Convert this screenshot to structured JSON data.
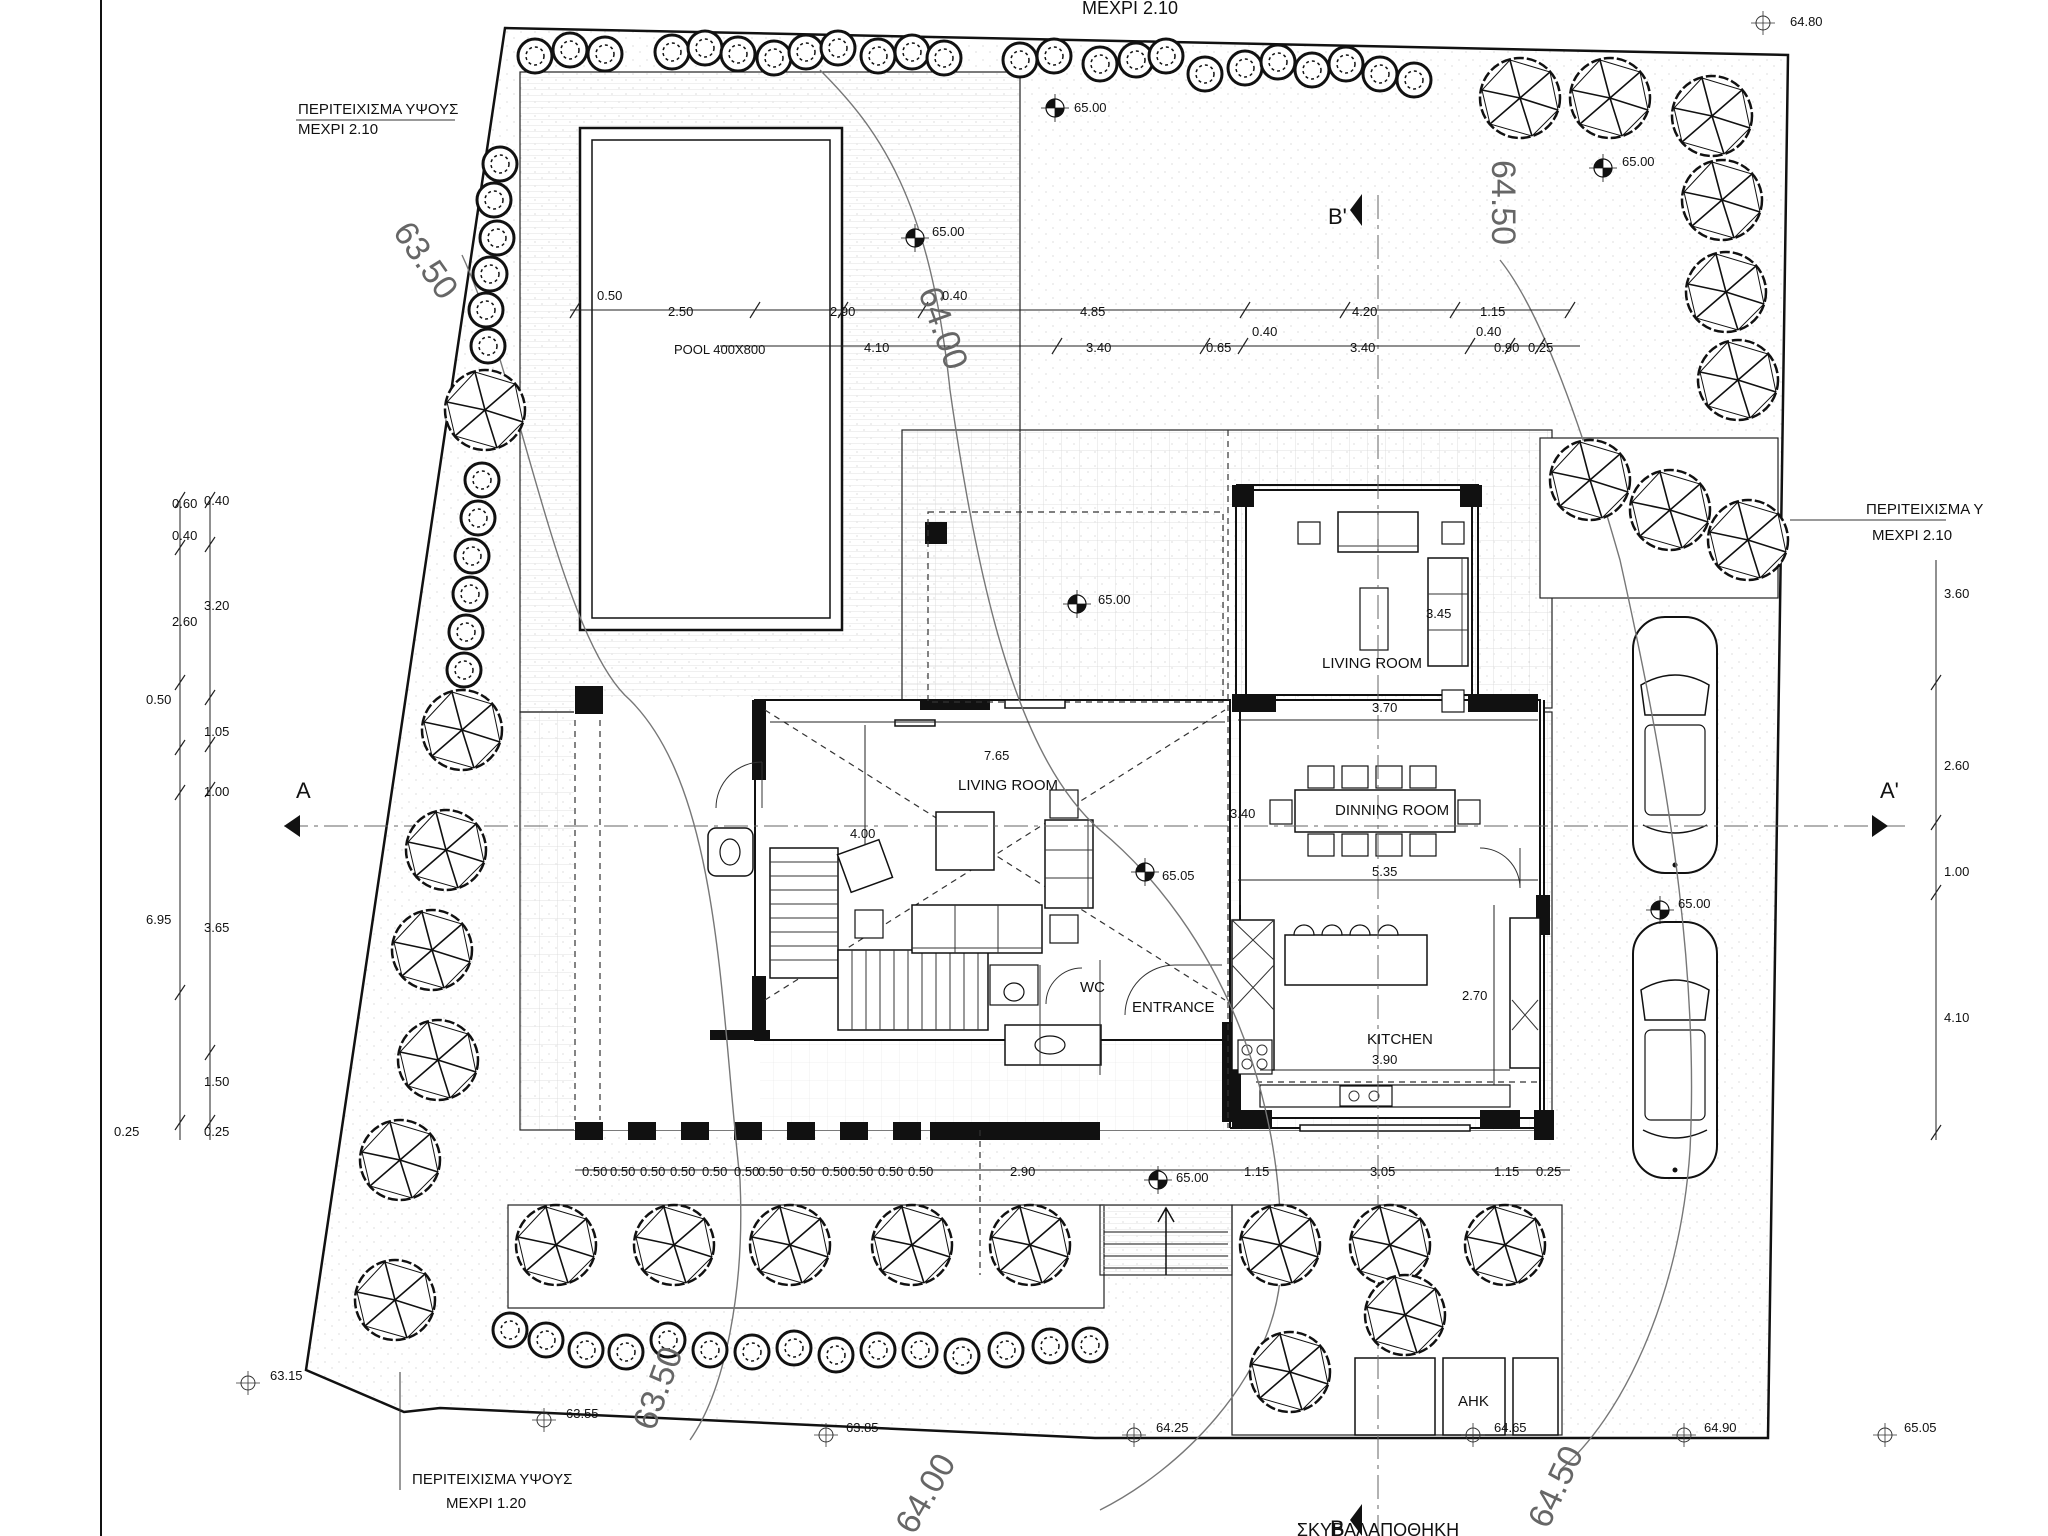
{
  "rooms": {
    "living_room_upper": "LIVING ROOM",
    "living_room_main": "LIVING ROOM",
    "dinning_room": "DINNING ROOM",
    "kitchen": "KITCHEN",
    "wc": "WC",
    "entrance": "ENTRANCE",
    "pool": "POOL 400X800",
    "ahk": "AHK",
    "storage": "ΣΚΥΒΑΛΑΠΟΘΗΚΗ"
  },
  "notes": {
    "wall_top": "ΜΕΧΡΙ 2.10",
    "wall_left_1": "ΠΕΡΙΤΕΙΧΙΣΜΑ ΥΨΟΥΣ",
    "wall_left_2": "ΜΕΧΡΙ 2.10",
    "wall_right_1": "ΠΕΡΙΤΕΙΧΙΣΜΑ Υ",
    "wall_right_2": "ΜΕΧΡΙ 2.10",
    "wall_bottom_1": "ΠΕΡΙΤΕΙΧΙΣΜΑ ΥΨΟΥΣ",
    "wall_bottom_2": "ΜΕΧΡΙ 1.20"
  },
  "sections": {
    "a": "A",
    "a_prime": "A'",
    "b": "B",
    "b_prime": "B'"
  },
  "contours": {
    "c1": "63.50",
    "c2": "64.00",
    "c3": "64.50",
    "c4": "63.50",
    "c5": "64.00",
    "c6": "64.50"
  },
  "levels": {
    "l_top_right": "64.80",
    "l_garden_1": "65.00",
    "l_garden_2": "65.00",
    "l_pool": "65.00",
    "l_terrace": "65.00",
    "l_living": "65.05",
    "l_parking": "65.00",
    "l_front": "65.00",
    "l_b1": "63.15",
    "l_b2": "63.55",
    "l_b3": "63.85",
    "l_b4": "64.25",
    "l_b5": "64.65",
    "l_b6": "64.90",
    "l_b7": "65.05"
  },
  "dims_top_row1": [
    "0.50",
    "2.50",
    "2.90",
    "0.40",
    "4.85",
    "4.20",
    "1.15"
  ],
  "dims_top_row2": [
    "4.10",
    "3.40",
    "0.65",
    "0.40",
    "3.40",
    "0.40",
    "0.90",
    "0.25"
  ],
  "dims_left_inner": [
    "0.40",
    "0.40",
    "3.20",
    "1.05",
    "1.00",
    "3.65",
    "1.50",
    "0.25"
  ],
  "dims_left_outer": [
    "0.60",
    "2.60",
    "0.50",
    "6.95",
    "0.25"
  ],
  "dims_right": [
    "3.60",
    "2.60",
    "1.00",
    "4.10"
  ],
  "dims_bottom": [
    "0.50",
    "0.50",
    "0.50",
    "0.50",
    "0.50",
    "0.50",
    "0.50",
    "0.50",
    "0.50",
    "0.50",
    "0.50",
    "0.50",
    "2.90",
    "1.15",
    "3.05",
    "1.15",
    "0.25"
  ],
  "dims_inner": {
    "living_w": "7.65",
    "living_stair": "4.00",
    "living_h": "3.40",
    "living_room_w": "3.70",
    "living_room_h": "3.45",
    "dinning_w": "5.35",
    "kitchen_h": "2.70",
    "kitchen_w": "3.90"
  }
}
